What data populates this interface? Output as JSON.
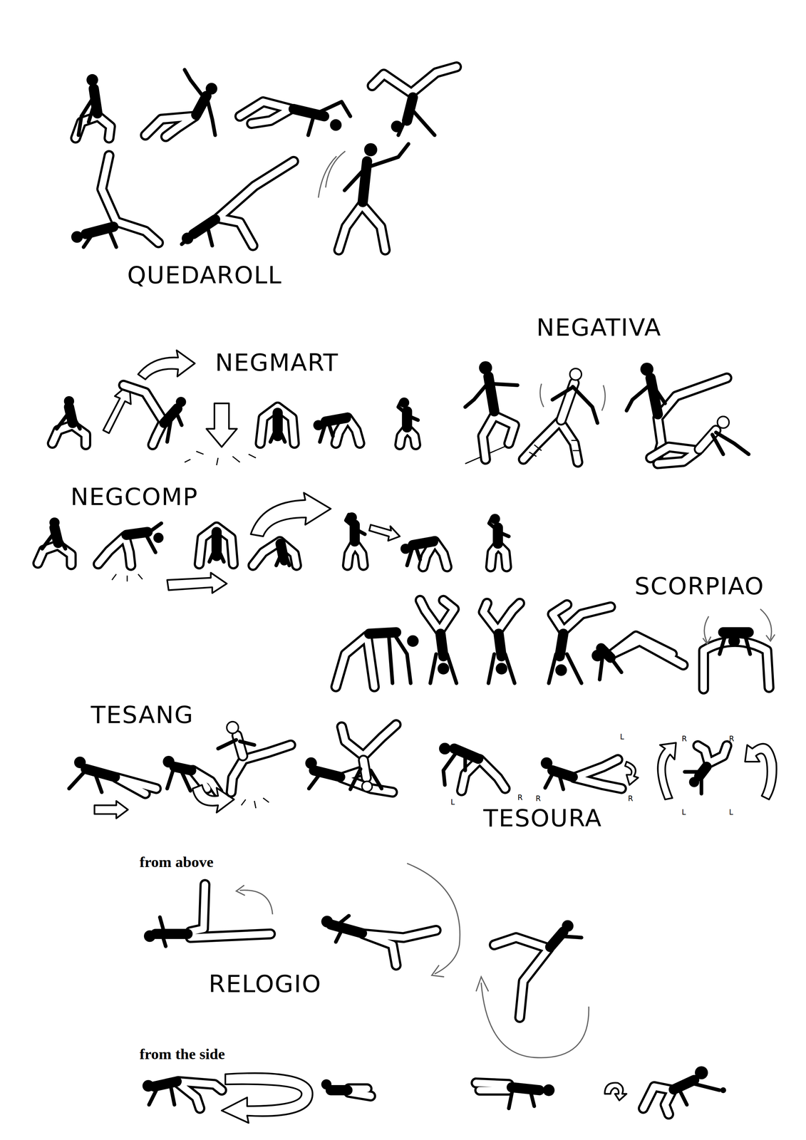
{
  "diagram": {
    "labels": [
      "QUEDAROLL",
      "NEGATIVA",
      "NEGMART",
      "NEGCOMP",
      "SCORPIAO",
      "TESANG",
      "L",
      "R",
      "L",
      "R",
      "R",
      "R",
      "R",
      "L",
      "L",
      "TESOURA",
      "from above",
      "RELOGIO",
      "from the side"
    ]
  }
}
